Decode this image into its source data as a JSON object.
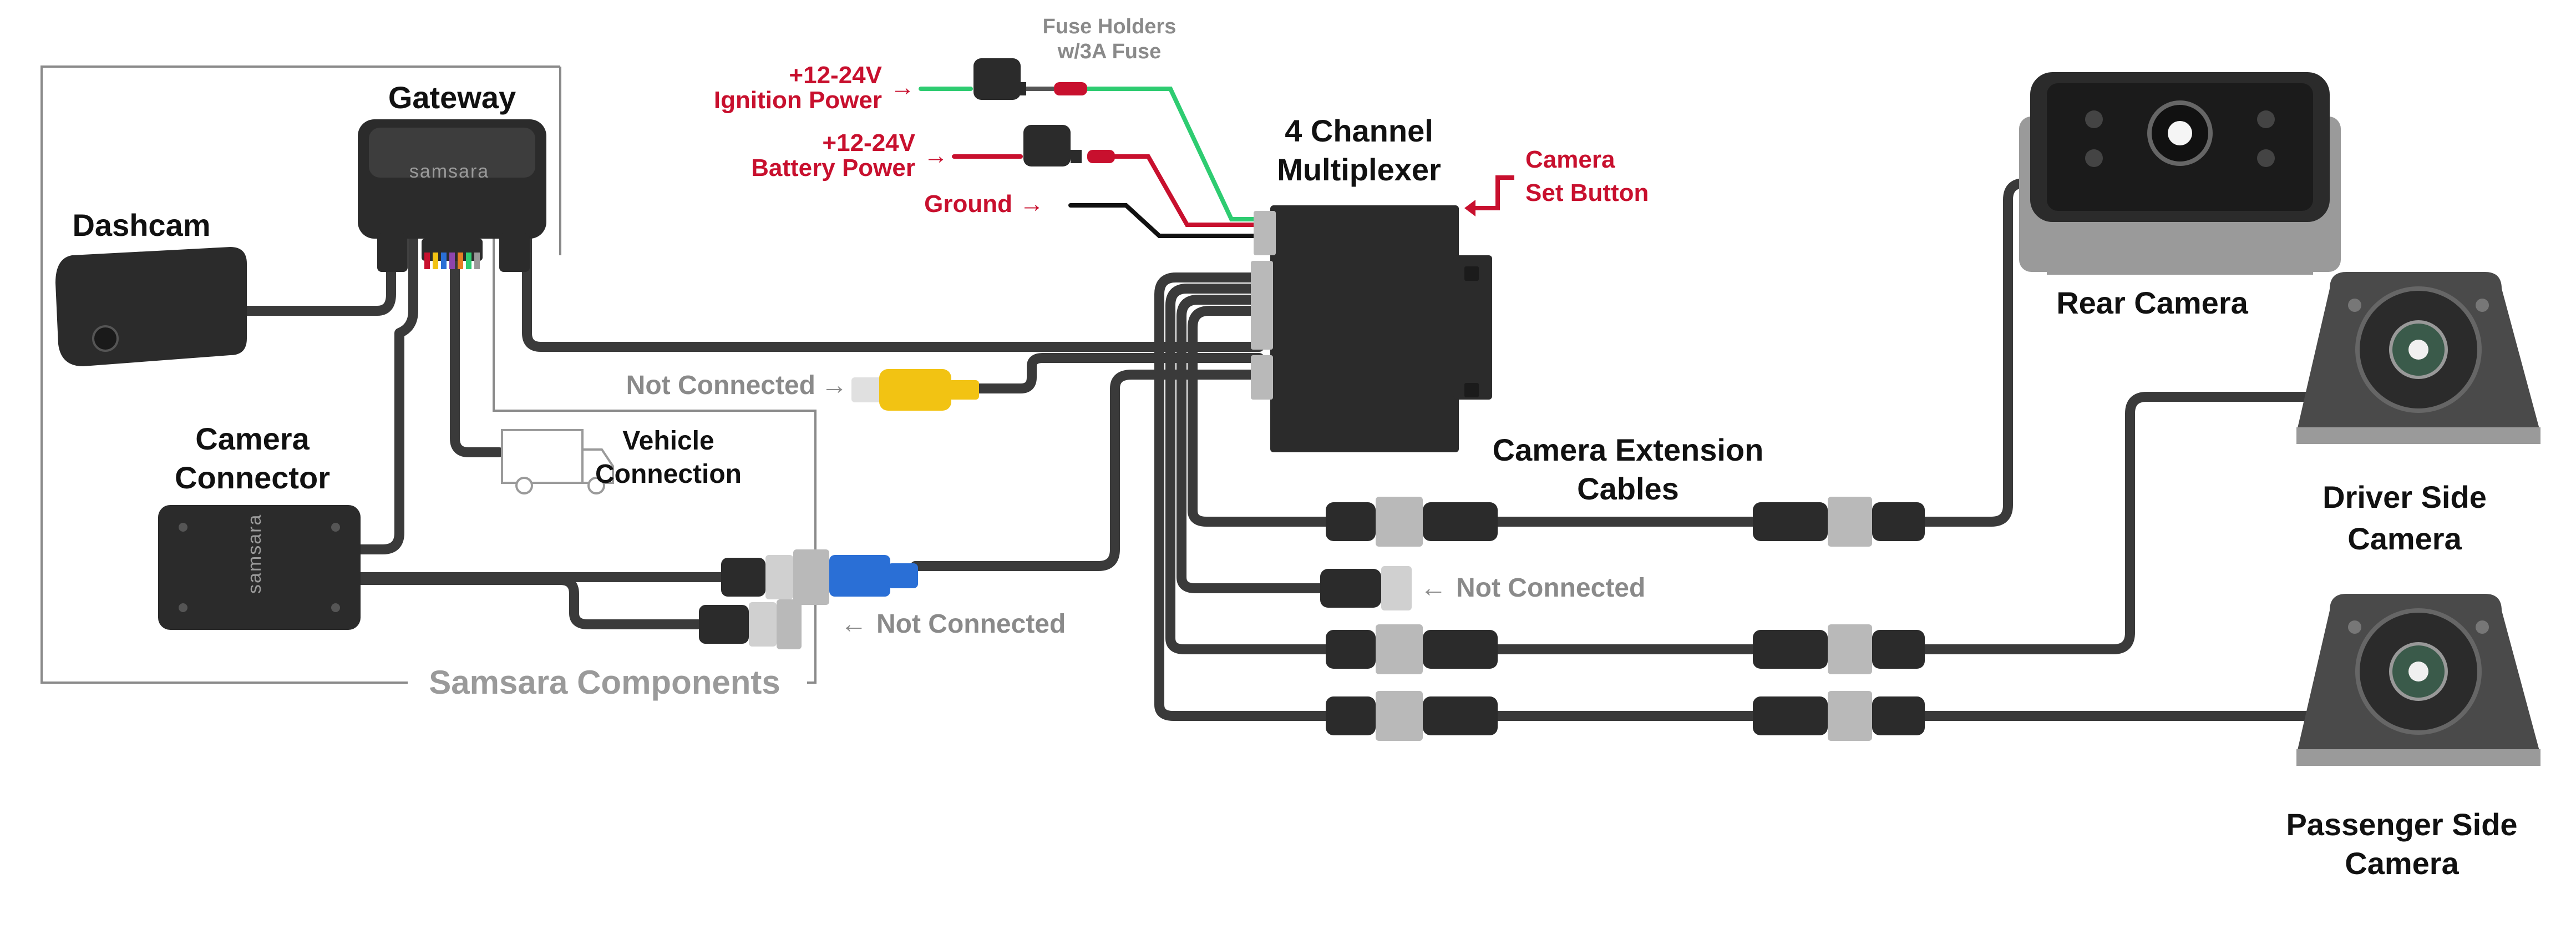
{
  "colors": {
    "cable": "#3a3a3a",
    "ignition_wire": "#2ecc71",
    "power_wire": "#c8102e",
    "ground_wire": "#111111",
    "accent_red": "#c8102e",
    "muted_gray": "#8a8a8a",
    "rca_yellow": "#f2c313",
    "adapter_blue": "#2a6fd6",
    "device_dark": "#2b2b2b",
    "connector_silver": "#b9b9b9"
  },
  "labels": {
    "gateway": "Gateway",
    "dashcam": "Dashcam",
    "camera_connector_l1": "Camera",
    "camera_connector_l2": "Connector",
    "vehicle_connection_l1": "Vehicle",
    "vehicle_connection_l2": "Connection",
    "samsara_components": "Samsara Components",
    "not_connected": "Not Connected",
    "fuse_holders_l1": "Fuse Holders",
    "fuse_holders_l2": "w/3A Fuse",
    "ignition_power_l1": "+12-24V",
    "ignition_power_l2": "Ignition Power",
    "battery_power_l1": "+12-24V",
    "battery_power_l2": "Battery Power",
    "ground": "Ground",
    "multiplexer_l1": "4 Channel",
    "multiplexer_l2": "Multiplexer",
    "camera_set_l1": "Camera",
    "camera_set_l2": "Set Button",
    "extension_l1": "Camera Extension",
    "extension_l2": "Cables",
    "rear_camera": "Rear Camera",
    "driver_l1": "Driver Side",
    "driver_l2": "Camera",
    "passenger_l1": "Passenger Side",
    "passenger_l2": "Camera",
    "arrow": "→",
    "arrow_left": "←"
  },
  "logos": {
    "gateway": "samsara",
    "camera_connector": "samsara"
  },
  "icons": {
    "vehicle": "truck-icon",
    "camera": "camera-icon"
  }
}
